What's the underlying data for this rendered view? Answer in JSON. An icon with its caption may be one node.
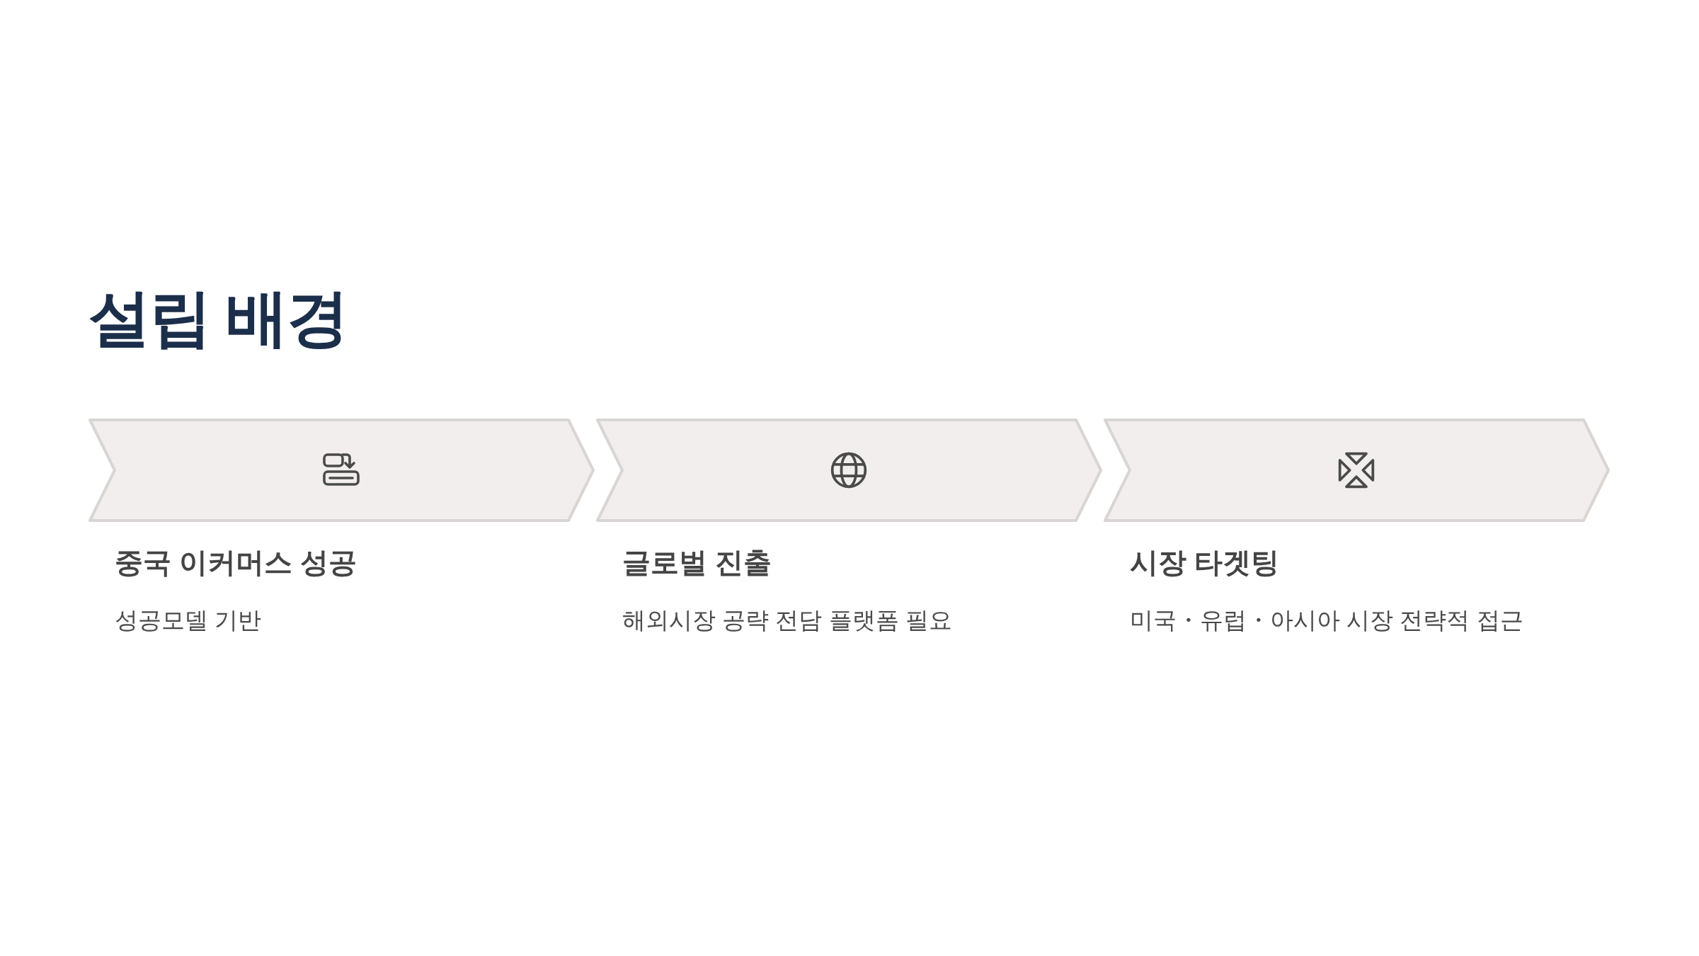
{
  "diagram": {
    "title": "설립 배경",
    "nodes": [
      {
        "text": [
          "중국 이커머스 성공",
          "성공모델 기반"
        ]
      },
      {
        "text": [
          "글로벌 진출",
          "해외시장 공략 전담 플랫폼 필요"
        ]
      },
      {
        "text": [
          "시장 타겟팅",
          "미국・유럽・아시아 시장 전략적 접근"
        ]
      }
    ]
  }
}
